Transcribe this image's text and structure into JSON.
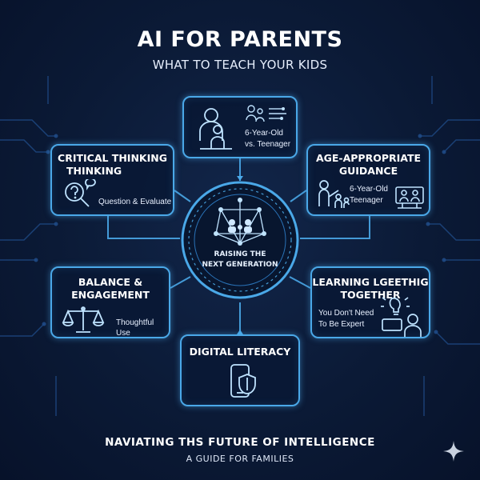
{
  "header": {
    "title": "AI FOR PARENTS",
    "subtitle": "WHAT TO TEACH YOUR KIDS"
  },
  "center": {
    "line1": "RAISING THE",
    "line2": "NEXT GENERATION",
    "icon": "ai-family-network-icon"
  },
  "boxes": {
    "top": {
      "line1": "6-Year-Old",
      "line2": "vs. Teenager",
      "icon": "parent-child-icon"
    },
    "critical": {
      "title1": "CRITICAL THINKING",
      "title2": "THINKING",
      "text": "Question & Evaluate",
      "icon": "magnifier-question-icon"
    },
    "age": {
      "title1": "AGE-APPROPRIATE",
      "title2": "GUIDANCE",
      "text1": "6-Year-Old",
      "text2": "Teenager",
      "icon": "parent-kids-icon"
    },
    "balance": {
      "title1": "BALANCE &",
      "title2": "ENGAGEMENT",
      "text": "Thoughtful Use",
      "icon": "scales-icon"
    },
    "learning": {
      "title1": "LEARNING LGEETHIG",
      "title2": "TOGETHER",
      "text1": "You Don't Need",
      "text2": "To Be Expert",
      "icon": "lightbulb-person-icon"
    },
    "digital": {
      "title": "DIGITAL LITERACY",
      "icon": "phone-shield-icon"
    }
  },
  "footer": {
    "title": "NAVIATING THS FUTURE OF INTELLIGENCE",
    "subtitle": "A GUIDE FOR FAMILIES"
  },
  "colors": {
    "accent": "#4aa8e8",
    "background": "#0b1a36",
    "circuit": "#1f4a86"
  }
}
